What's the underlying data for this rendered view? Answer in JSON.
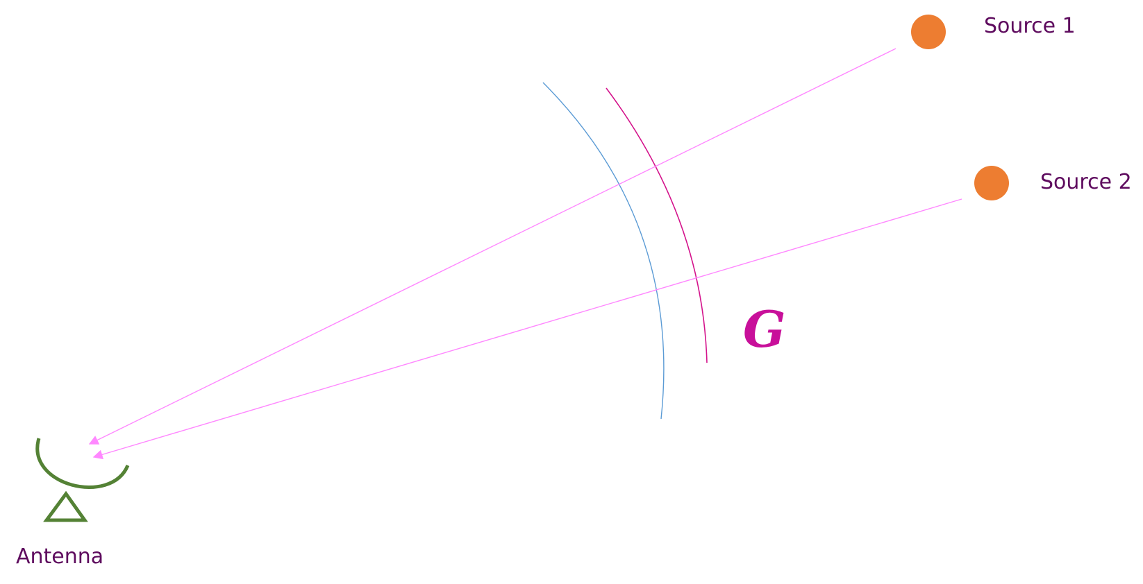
{
  "labels": {
    "source1": "Source 1",
    "source2": "Source 2",
    "antenna": "Antenna",
    "layer": "G"
  },
  "colors": {
    "source_fill": "#ED7D31",
    "label_text": "#5E0B5E",
    "ray": "#FF88FF",
    "arc_inner": "#5B9BD5",
    "arc_outer": "#D4148C",
    "layer_label": "#C8109A",
    "antenna": "#548235"
  },
  "icons": {
    "source": "filled-circle",
    "antenna": "satellite-dish-icon"
  }
}
